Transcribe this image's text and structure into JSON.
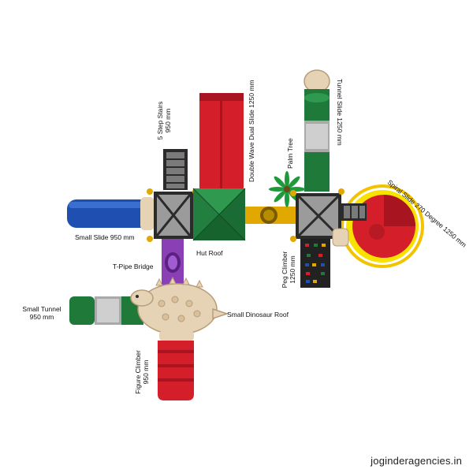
{
  "labels": {
    "step_stairs": [
      "5 Step Stairs",
      "950 mm"
    ],
    "double_wave_slide": "Double Wave Dual Slide 1250 mm",
    "palm_tree": "Palm Tree",
    "tunnel_slide": "Tunnel Slide 1250 mm",
    "spiral_slide": "Spiral Slide 270 Degree 1250 mm",
    "small_slide": "Small Slide 950 mm",
    "hut_roof": "Hut Roof",
    "t_pipe_bridge": "T-Pipe Bridge",
    "peg_climber": [
      "Peg Climber",
      "1250 mm"
    ],
    "small_tunnel": [
      "Small Tunnel",
      "950 mm"
    ],
    "small_dinosaur_roof": "Small Dinosaur Roof",
    "figure_climber": [
      "Figure Climber",
      "950 mm"
    ]
  },
  "watermark": "joginderagencies.in",
  "colors": {
    "red": "#d41f2b",
    "green": "#1f7a3a",
    "blue": "#1f4fb0",
    "purple": "#8a3fb5",
    "yellow": "#e0a800",
    "beige": "#e6d2b5",
    "grey": "#9b9b9b",
    "dark": "#2b2b2b"
  }
}
